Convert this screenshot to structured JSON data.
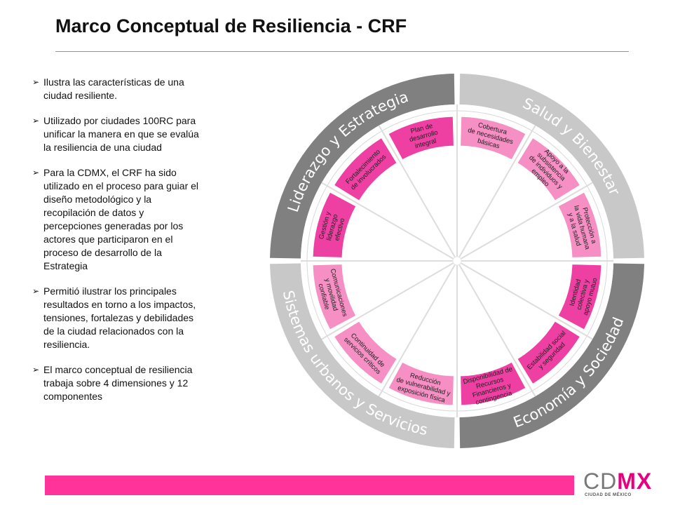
{
  "title": "Marco Conceptual de Resiliencia - CRF",
  "bullets": [
    "Ilustra las características de una ciudad resiliente.",
    "Utilizado por ciudades 100RC para unificar la manera en que se evalúa la resiliencia de una ciudad",
    "Para la CDMX, el CRF ha sido utilizado en el proceso para guiar el diseño metodológico y la recopilación de datos y percepciones generadas por los actores que participaron en el proceso de desarrollo de la Estrategia",
    "Permitió ilustrar los principales resultados en torno a los impactos, tensiones, fortalezas y debilidades de la ciudad relacionados con la resiliencia.",
    "El marco conceptual de resiliencia trabaja sobre 4 dimensiones y 12 componentes"
  ],
  "bullet_mark": "➢",
  "dimensions": [
    {
      "label": "Salud y Bienestar",
      "color": "#c8c8c8"
    },
    {
      "label": "Economía y Sociedad",
      "color": "#808080"
    },
    {
      "label": "Sistemas urbanos y Servicios",
      "color": "#c8c8c8"
    },
    {
      "label": "Liderazgo y Estrategia",
      "color": "#808080"
    }
  ],
  "components": [
    {
      "lines": [
        "Cobertura",
        "de necesidades",
        "básicas"
      ],
      "color": "#f58fc4"
    },
    {
      "lines": [
        "Apoyo a la",
        "subsistencia",
        "de individuos y",
        "empleo"
      ],
      "color": "#f58fc4"
    },
    {
      "lines": [
        "Protección a",
        "la vida humana",
        "y a la salud"
      ],
      "color": "#f58fc4"
    },
    {
      "lines": [
        "Identidad",
        "colectiva y",
        "apoyo mutuo"
      ],
      "color": "#ee3fa2"
    },
    {
      "lines": [
        "Estabilidad social",
        "y seguridad"
      ],
      "color": "#ee3fa2"
    },
    {
      "lines": [
        "Disponibilidad de",
        "Recursos",
        "Financieros y",
        "contingencia"
      ],
      "color": "#ee3fa2"
    },
    {
      "lines": [
        "Reducción",
        "de vulnerabilidad y",
        "exposición física"
      ],
      "color": "#f58fc4"
    },
    {
      "lines": [
        "Continuidad de",
        "servicios críticos"
      ],
      "color": "#f58fc4"
    },
    {
      "lines": [
        "Comunicaciones",
        "y movilidad",
        "confiable"
      ],
      "color": "#f58fc4"
    },
    {
      "lines": [
        "Gestión y",
        "liderazgo",
        "efectivo"
      ],
      "color": "#ee3fa2"
    },
    {
      "lines": [
        "Fortalecimiento",
        "de involucrados"
      ],
      "color": "#ee3fa2"
    },
    {
      "lines": [
        "Plan de",
        "desarrollo",
        "integral"
      ],
      "color": "#ee3fa2"
    }
  ],
  "logo": {
    "word_a": "CD",
    "word_b": "MX",
    "subtitle": "CIUDAD DE MÉXICO"
  }
}
